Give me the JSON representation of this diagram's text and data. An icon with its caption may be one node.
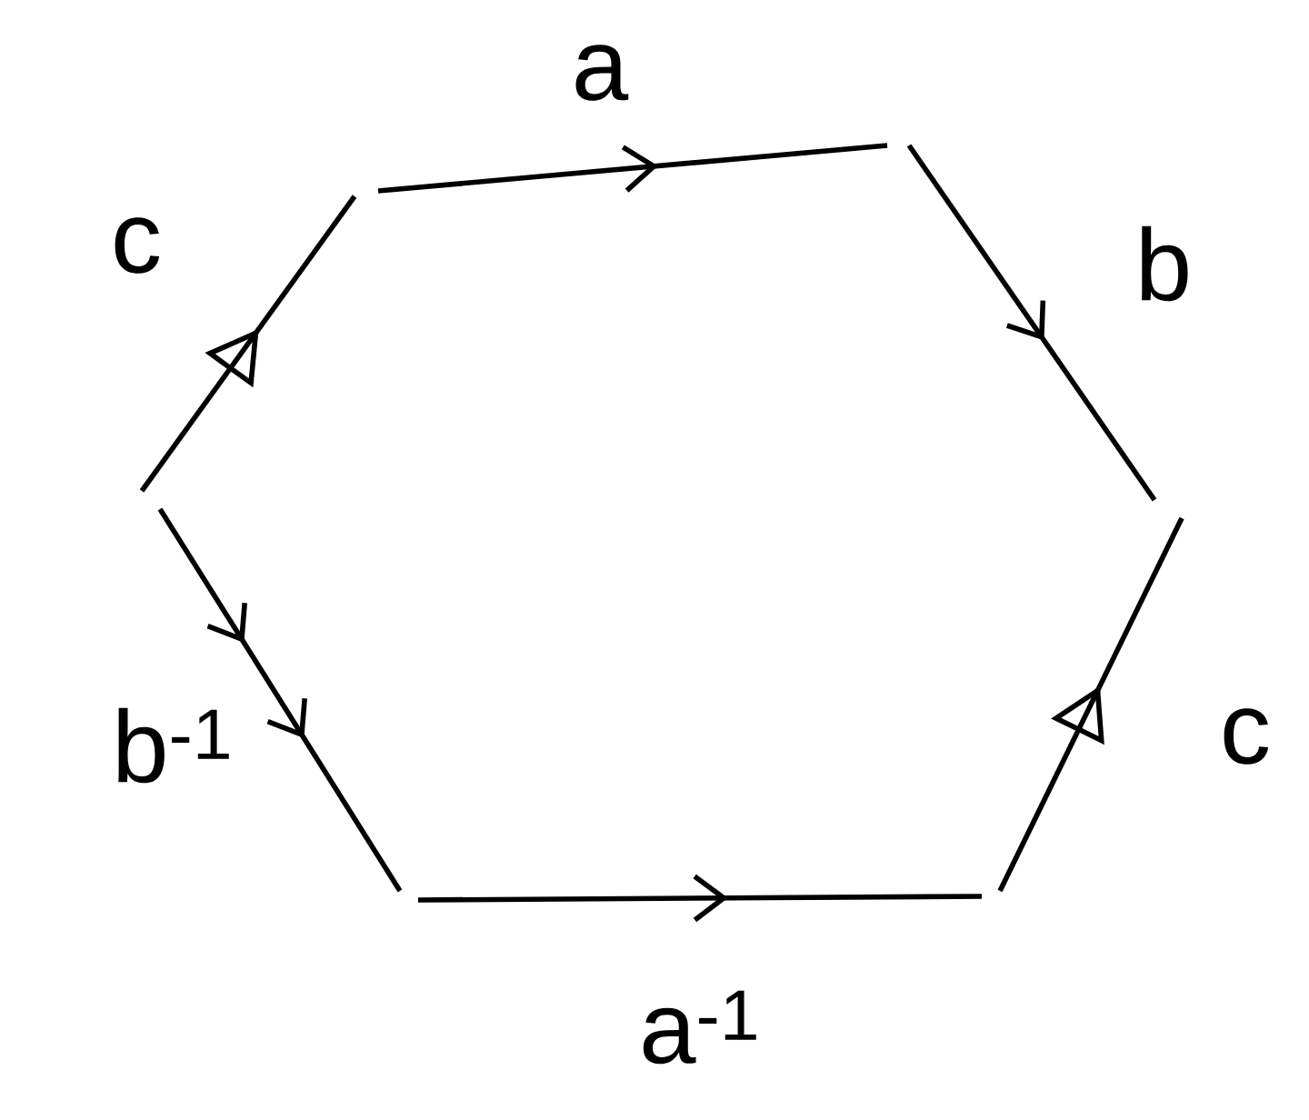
{
  "diagram": {
    "labels": [
      "a",
      "c",
      "b",
      "c",
      "b$^{-1}$",
      "a$^{-1}$"
    ]
  }
}
